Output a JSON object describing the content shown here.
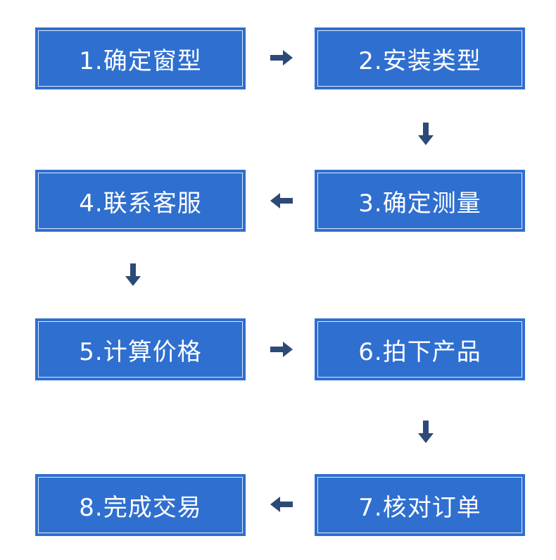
{
  "colors": {
    "box_fill": "#2f6fd0",
    "box_inner_border": "#ffffff",
    "arrow": "#2c4a78",
    "text": "#ffffff",
    "background": "#ffffff"
  },
  "steps": [
    {
      "label": "1.确定窗型"
    },
    {
      "label": "2.安装类型"
    },
    {
      "label": "3.确定测量"
    },
    {
      "label": "4.联系客服"
    },
    {
      "label": "5.计算价格"
    },
    {
      "label": "6.拍下产品"
    },
    {
      "label": "7.核对订单"
    },
    {
      "label": "8.完成交易"
    }
  ],
  "arrows": [
    {
      "from": "1",
      "to": "2",
      "direction": "right"
    },
    {
      "from": "2",
      "to": "3",
      "direction": "down"
    },
    {
      "from": "3",
      "to": "4",
      "direction": "left"
    },
    {
      "from": "4",
      "to": "5",
      "direction": "down"
    },
    {
      "from": "5",
      "to": "6",
      "direction": "right"
    },
    {
      "from": "6",
      "to": "7",
      "direction": "down"
    },
    {
      "from": "7",
      "to": "8",
      "direction": "left"
    }
  ]
}
